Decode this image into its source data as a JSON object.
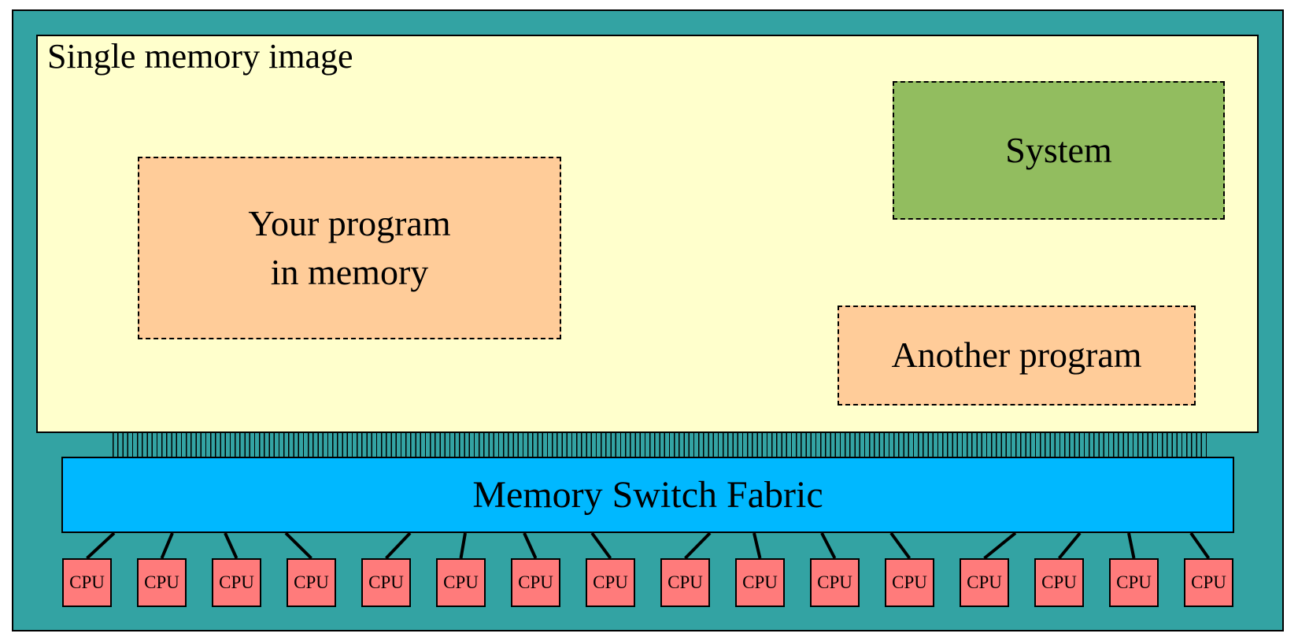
{
  "memory": {
    "title": "Single memory image",
    "your_program": "Your program\nin memory",
    "system": "System",
    "another_program": "Another program"
  },
  "fabric": {
    "label": "Memory Switch Fabric"
  },
  "cpus": [
    "CPU",
    "CPU",
    "CPU",
    "CPU",
    "CPU",
    "CPU",
    "CPU",
    "CPU",
    "CPU",
    "CPU",
    "CPU",
    "CPU",
    "CPU",
    "CPU",
    "CPU",
    "CPU"
  ],
  "colors": {
    "frame": "#33a3a3",
    "memory": "#ffffcc",
    "program": "#ffcc99",
    "system": "#92bd5f",
    "fabric": "#00b8ff",
    "cpu": "#ff7b7b"
  }
}
